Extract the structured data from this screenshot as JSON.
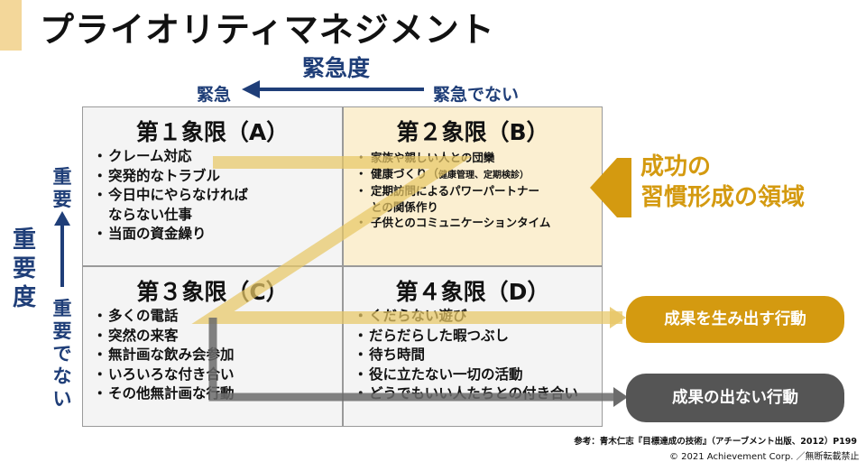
{
  "title": "プライオリティマネジメント",
  "urgency_axis": {
    "title": "緊急度",
    "left_label": "緊急",
    "right_label": "緊急でない"
  },
  "importance_axis": {
    "title": "重要度",
    "top_label": "重要",
    "bottom_label": "重要でない"
  },
  "quadrants": {
    "a": {
      "title": "第１象限（A）",
      "items": [
        "クレーム対応",
        "突発的なトラブル",
        "今日中にやらなければ",
        "ならない仕事",
        "当面の資金繰り"
      ]
    },
    "b": {
      "title": "第２象限（B）",
      "items": [
        "家族や親しい人との団欒",
        "健康づくり（",
        "健康管理、定期検診）",
        "定期訪問によるパワーパートナー",
        "との関係作り",
        "子供とのコミュニケーションタイム"
      ]
    },
    "c": {
      "title": "第３象限（C）",
      "items": [
        "多くの電話",
        "突然の来客",
        "無計画な飲み会参加",
        "いろいろな付き合い",
        "その他無計画な行動"
      ]
    },
    "d": {
      "title": "第４象限（D）",
      "items": [
        "くだらない遊び",
        "だらだらした暇つぶし",
        "待ち時間",
        "役に立たない一切の活動",
        "どうでもいい人たちとの付き合い"
      ]
    }
  },
  "callout": {
    "line1": "成功の",
    "line2": "習慣形成の領域"
  },
  "outcomes": {
    "productive": "成果を生み出す行動",
    "unproductive": "成果の出ない行動"
  },
  "citation": "参考：青木仁志『目標達成の技術』（アチーブメント出版、2012）P199",
  "copyright": "© 2021 Achievement Corp. ／無断転載禁止",
  "colors": {
    "navy": "#1f3e78",
    "gold": "#d49a10",
    "grey_pill": "#555555",
    "quadrant_b_fill": "#fbefd1"
  }
}
